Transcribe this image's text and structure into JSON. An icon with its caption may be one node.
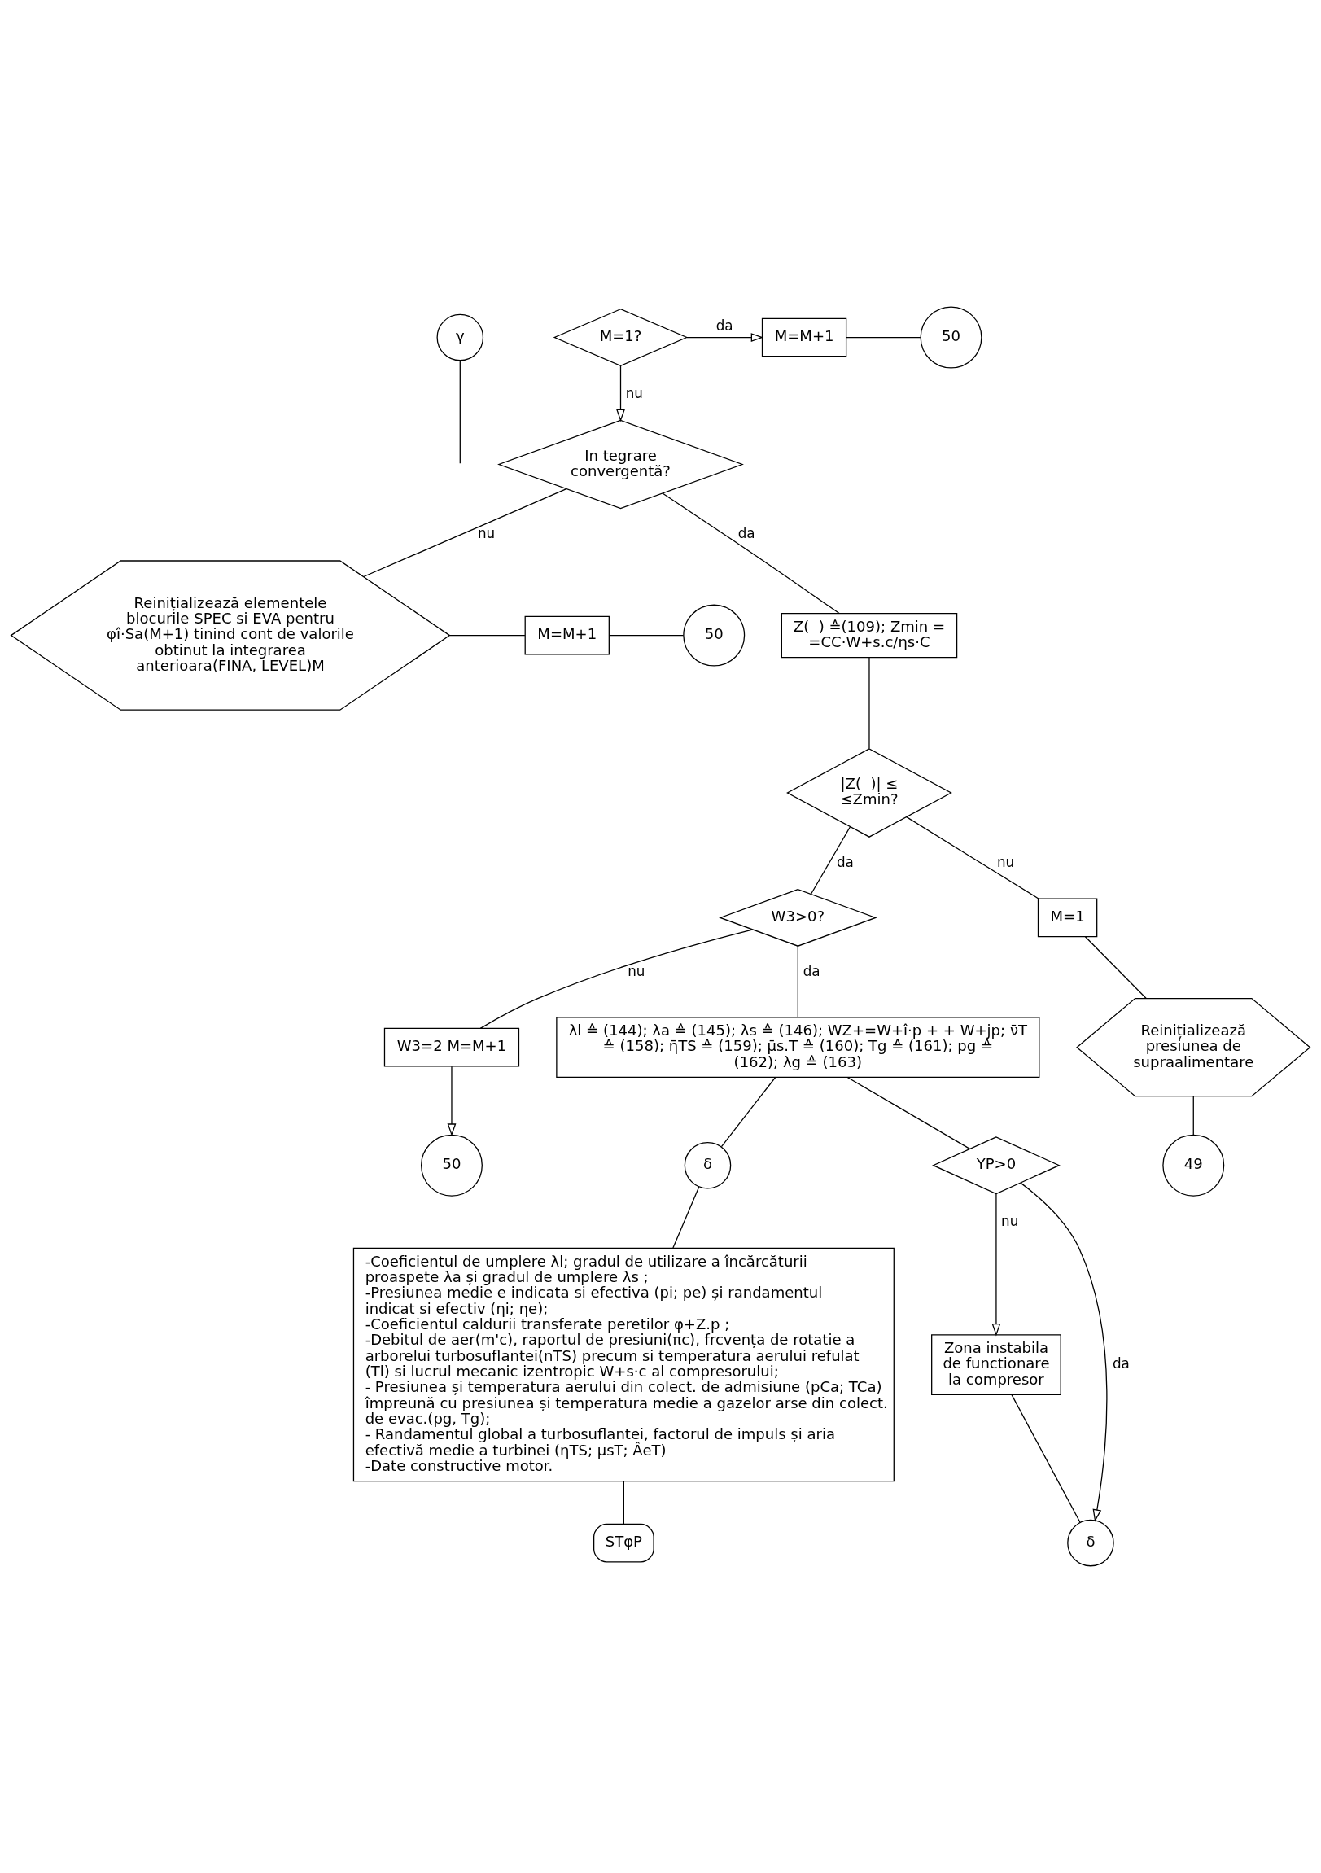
{
  "diagram": {
    "nodes": [
      {
        "text": [
          "γ"
        ]
      },
      {
        "text": [
          "M=1?"
        ]
      },
      {
        "text": [
          "M=M+1"
        ]
      },
      {
        "text": [
          "50"
        ]
      },
      {
        "text": [
          "In tegrare convergentă?"
        ]
      },
      {
        "text": [
          "Reinițializează elementele blocurile SPEC si EVA pentru φî·Sa(M+1) tinind cont de valorile obtinut la integrarea anterioara(FINA, LEVEL)M"
        ]
      },
      {
        "text": [
          "M=M+1"
        ]
      },
      {
        "text": [
          "50"
        ]
      },
      {
        "text": [
          "Z(  ) ≙(109); Zmin = =CC·W+s.c/ηs·C"
        ]
      },
      {
        "text": [
          "|Z(  )| ≤ ≤Zmin?"
        ]
      },
      {
        "text": [
          "W3>0?"
        ]
      },
      {
        "text": [
          "W3=2 M=M+1"
        ]
      },
      {
        "text": [
          "50"
        ]
      },
      {
        "text": [
          "λl ≙ (144); λa ≙ (145); λs ≙ (146); WZ+=W+î·p + + W+jp; ν̄T ≙ (158); η̄TS ≙ (159); μ̄s.T ≙ (160); Tg ≙ (161); pg ≙ (162); λg ≙ (163)"
        ]
      },
      {
        "text": [
          "M=1"
        ]
      },
      {
        "text": [
          "Reinițializează presiunea de supraalimentare"
        ]
      },
      {
        "text": [
          "49"
        ]
      },
      {
        "text": [
          "δ"
        ]
      },
      {
        "text": [
          "-Coeficientul de umplere λl; gradul de utilizare a încărcăturii proaspete λa și gradul de umplere λs ;",
          "-Presiunea medie e indicata si efectiva (pi; pe) și randamentul indicat si efectiv (ηi; ηe);",
          "-Coeficientul caldurii transferate peretilor φ+Z.p ;",
          "-Debitul de aer(m'c), raportul de presiuni(πc), frcvența de rotatie a arborelui turbosuflantei(nTS) precum si temperatura aerului refulat (Tl) si lucrul mecanic izentropic W+s·c al compresorului;",
          "- Presiunea și temperatura aerului din colect. de admisiune (pCa; TCa) împreună cu presiunea și temperatura medie a gazelor arse din colect. de evac.(pg, Tg);",
          "- Randamentul global a turbosuflantei, factorul de impuls și aria efectivă medie a turbinei (ηTS; μsT; ÂeT)",
          "-Date constructive motor."
        ]
      },
      {
        "text": [
          "STφP"
        ]
      },
      {
        "text": [
          "YP>0"
        ]
      },
      {
        "text": [
          "Zona instabila de functionare la compresor"
        ]
      },
      {
        "text": [
          "δ"
        ]
      }
    ],
    "edges": [
      {
        "from": 0,
        "to": null,
        "arrow": "none"
      },
      {
        "from": 1,
        "to": 2,
        "label": "da",
        "arrow": "to"
      },
      {
        "from": 2,
        "to": 3,
        "arrow": "none"
      },
      {
        "from": 1,
        "to": 4,
        "label": "nu",
        "arrow": "to"
      },
      {
        "from": 4,
        "to": 5,
        "label": "nu",
        "arrow": "none"
      },
      {
        "from": 5,
        "to": 6,
        "arrow": "none"
      },
      {
        "from": 6,
        "to": 7,
        "arrow": "none"
      },
      {
        "from": 4,
        "to": 8,
        "label": "da",
        "arrow": "none"
      },
      {
        "from": 8,
        "to": 9,
        "arrow": "none"
      },
      {
        "from": 9,
        "to": 10,
        "label": "da",
        "arrow": "none"
      },
      {
        "from": 9,
        "to": 14,
        "label": "nu",
        "arrow": "none"
      },
      {
        "from": 10,
        "to": 11,
        "label": "nu",
        "arrow": "none"
      },
      {
        "from": 11,
        "to": 12,
        "arrow": "to"
      },
      {
        "from": 10,
        "to": 13,
        "label": "da",
        "arrow": "none"
      },
      {
        "from": 14,
        "to": 15,
        "arrow": "none"
      },
      {
        "from": 15,
        "to": 16,
        "arrow": "none"
      },
      {
        "from": 13,
        "to": 17,
        "arrow": "none"
      },
      {
        "from": 17,
        "to": 18,
        "arrow": "none"
      },
      {
        "from": 18,
        "to": 19,
        "arrow": "none"
      },
      {
        "from": 13,
        "to": 20,
        "arrow": "none"
      },
      {
        "from": 20,
        "to": 21,
        "label": "nu",
        "arrow": "to"
      },
      {
        "from": 20,
        "to": 22,
        "label": "da",
        "arrow": "to"
      },
      {
        "from": 21,
        "to": 22,
        "arrow": "none"
      }
    ]
  }
}
